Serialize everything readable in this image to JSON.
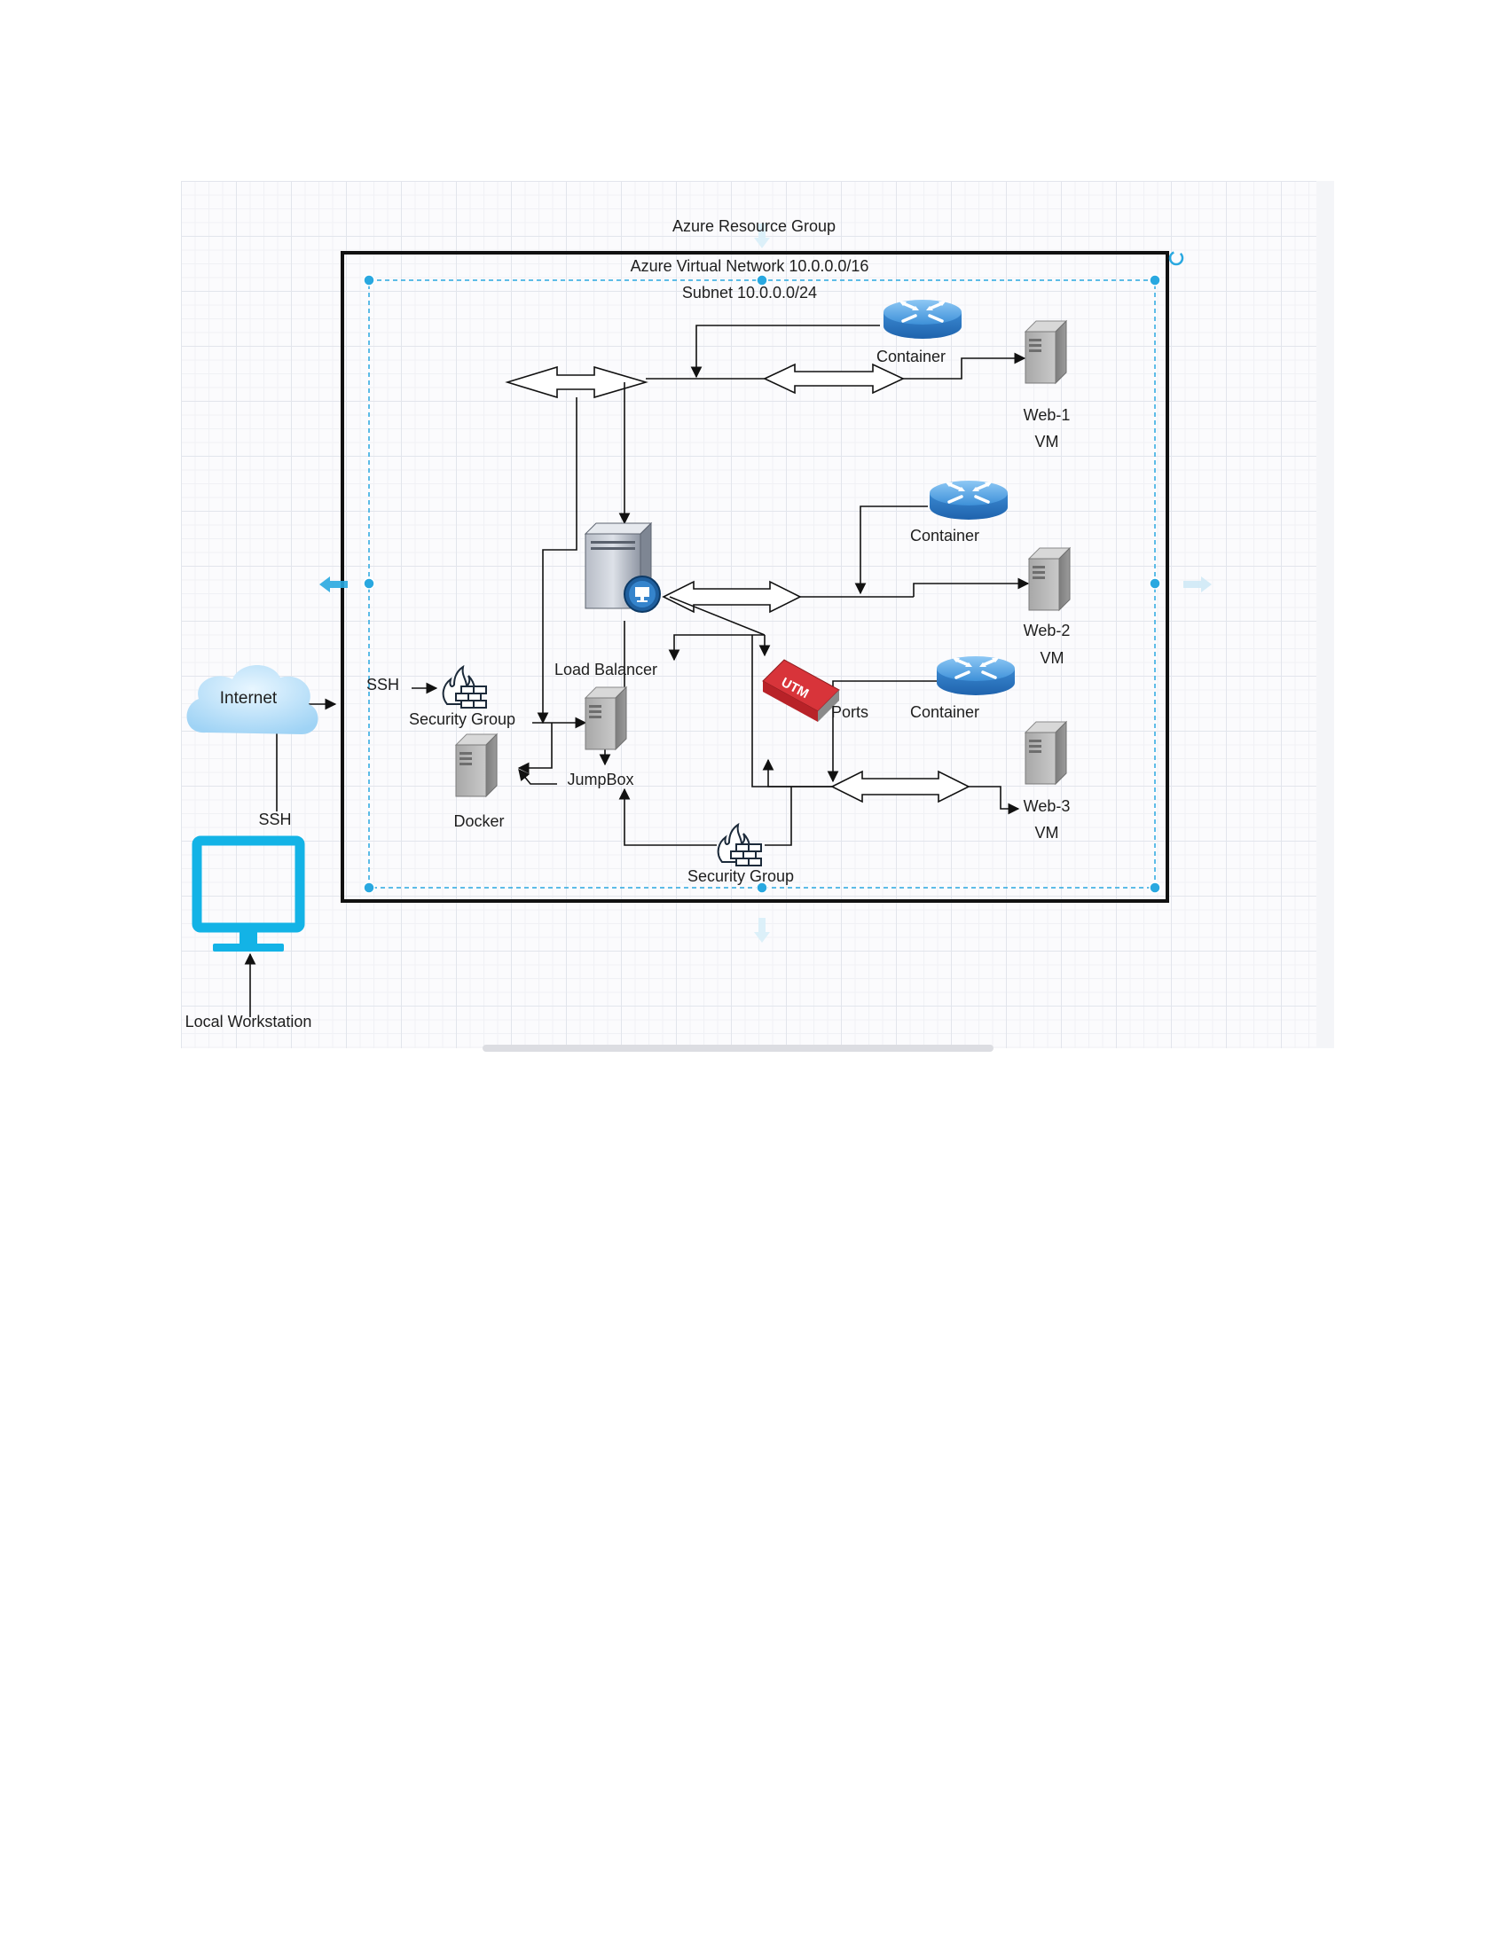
{
  "resource_group": {
    "label": "Azure Resource Group"
  },
  "vnet": {
    "label": "Azure Virtual Network 10.0.0.0/16"
  },
  "subnet": {
    "label": "Subnet 10.0.0.0/24"
  },
  "external": {
    "internet": "Internet",
    "ssh_to_internet": "SSH",
    "local_workstation": "Local Workstation"
  },
  "nodes": {
    "ssh_label": "SSH",
    "security_group_1": "Security Group",
    "security_group_2": "Security Group",
    "load_balancer": "Load Balancer",
    "jumpbox": "JumpBox",
    "docker": "Docker",
    "ports": "Ports",
    "utm_text": "UTM",
    "container_1": "Container",
    "container_2": "Container",
    "container_3": "Container",
    "web1_name": "Web-1",
    "web1_type": "VM",
    "web2_name": "Web-2",
    "web2_type": "VM",
    "web3_name": "Web-3",
    "web3_type": "VM"
  },
  "colors": {
    "selection": "#29a8e0",
    "router": "#3a8fd8",
    "utm": "#cc2a2a",
    "server": "#9a9a9a",
    "monitor": "#13b3e6"
  },
  "icons": [
    "cloud-icon",
    "monitor-icon",
    "firewall-icon",
    "router-icon",
    "server-icon",
    "utm-appliance-icon",
    "load-balancer-icon"
  ]
}
